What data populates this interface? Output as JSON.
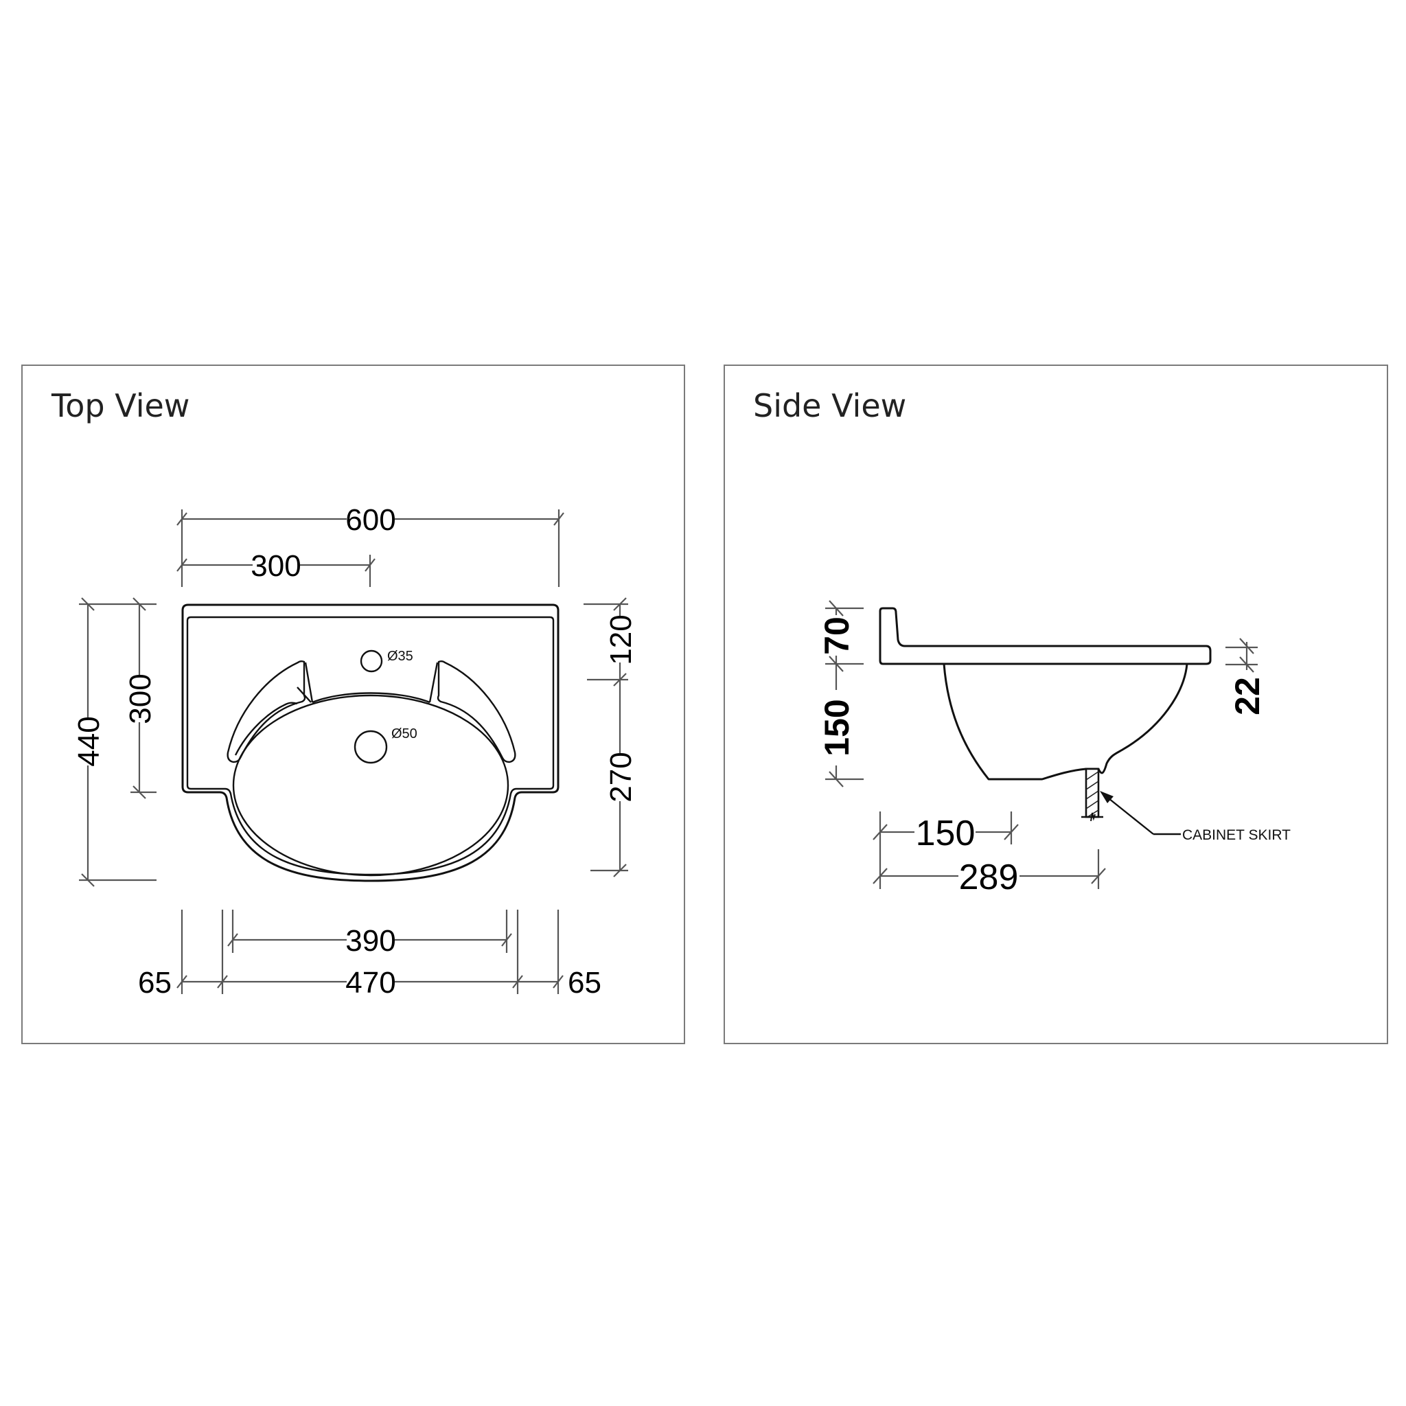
{
  "panels": {
    "top_view": {
      "title": "Top View",
      "dimensions": {
        "overall_width": "600",
        "tap_offset": "300",
        "overall_depth": "440",
        "deck_depth": "300",
        "back_ledge": "120",
        "front_projection": "270",
        "bowl_inner_width": "390",
        "bowl_outer_width": "470",
        "left_margin": "65",
        "right_margin": "65"
      },
      "holes": {
        "tap_hole": "Ø35",
        "waste_hole": "Ø50"
      }
    },
    "side_view": {
      "title": "Side View",
      "dimensions": {
        "backsplash_height": "70",
        "bowl_depth": "150",
        "deck_thickness": "22",
        "waste_offset": "150",
        "skirt_offset": "289"
      },
      "callout": "CABINET SKIRT"
    }
  },
  "colors": {
    "border": "#7a7a7a",
    "line": "#111111",
    "dimension": "#555555",
    "title": "#222222"
  }
}
